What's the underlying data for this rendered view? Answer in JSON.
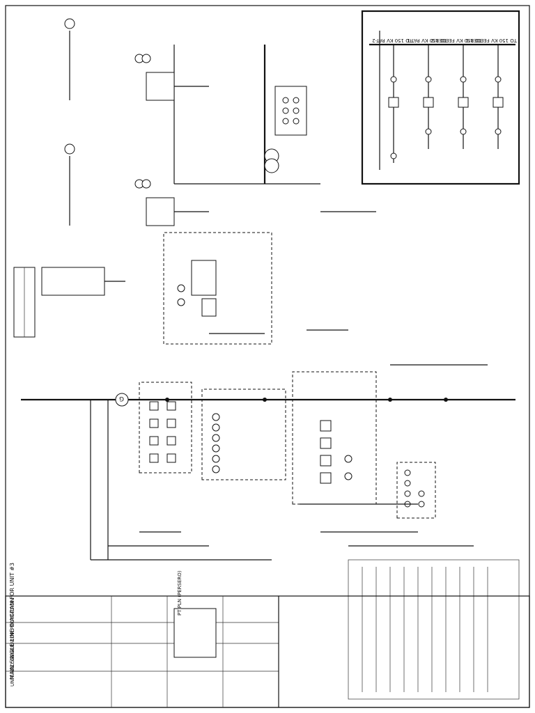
{
  "drawing": {
    "feeders": [
      "TO 150 KV FEEDER-1",
      "TO 150 KV FEEDER-2",
      "TO 150 KV PAT-1",
      "TO 150 KV PAT-2"
    ],
    "title_block": {
      "drawing_title": "MAIN SINGLE LINE DIAGRAM FOR UNIT #3",
      "drawing_subtitle": "UNIT AND GENERATOR PROTECTION",
      "note": "PT PLN (PERSERO)"
    }
  }
}
